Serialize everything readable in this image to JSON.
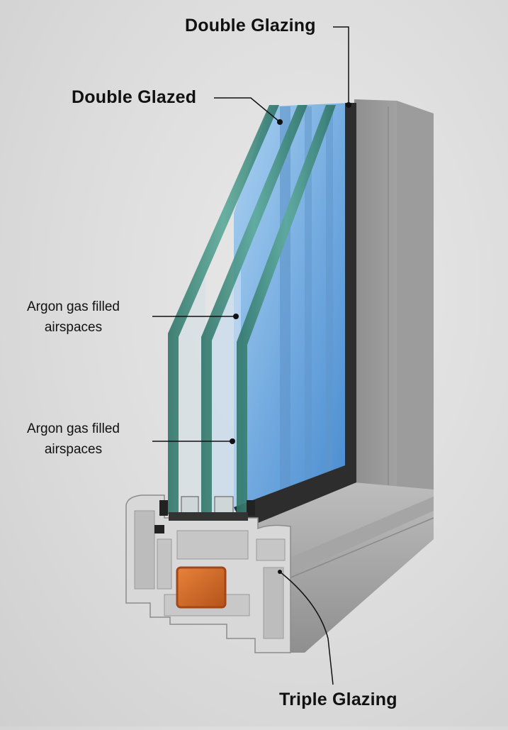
{
  "diagram": {
    "subject": "Cross-section of a PVC window frame with triple glazing",
    "colors": {
      "background": "#dddddd",
      "glass_edge": "#3f8f80",
      "glass_tint": "#7fb6e6",
      "inner_seal": "#2d2d2d",
      "frame_pvc": "#a9a9a9",
      "frame_profile": "#d6d6d6",
      "steel_reinforcement": "#d9691f",
      "spacer_bar": "#c9a24a",
      "leader_line": "#111111"
    }
  },
  "labels": {
    "double_glazing": "Double Glazing",
    "double_glazed": "Double Glazed",
    "argon_top_line1": "Argon gas filled",
    "argon_top_line2": "airspaces",
    "argon_bottom_line1": "Argon gas filled",
    "argon_bottom_line2": "airspaces",
    "triple_glazing": "Triple Glazing"
  }
}
